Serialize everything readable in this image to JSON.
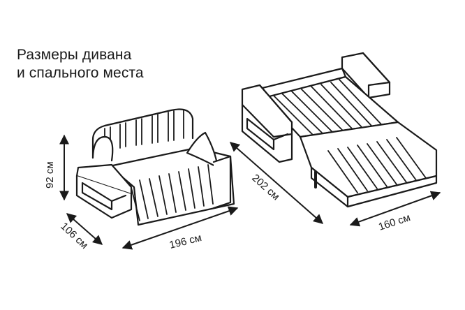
{
  "title": {
    "line1": "Размеры дивана",
    "line2": "и спального места"
  },
  "dimensions": {
    "height": "92 см",
    "depth": "106 см",
    "width": "196 см",
    "bed_length": "202 см",
    "bed_width": "160 см"
  }
}
